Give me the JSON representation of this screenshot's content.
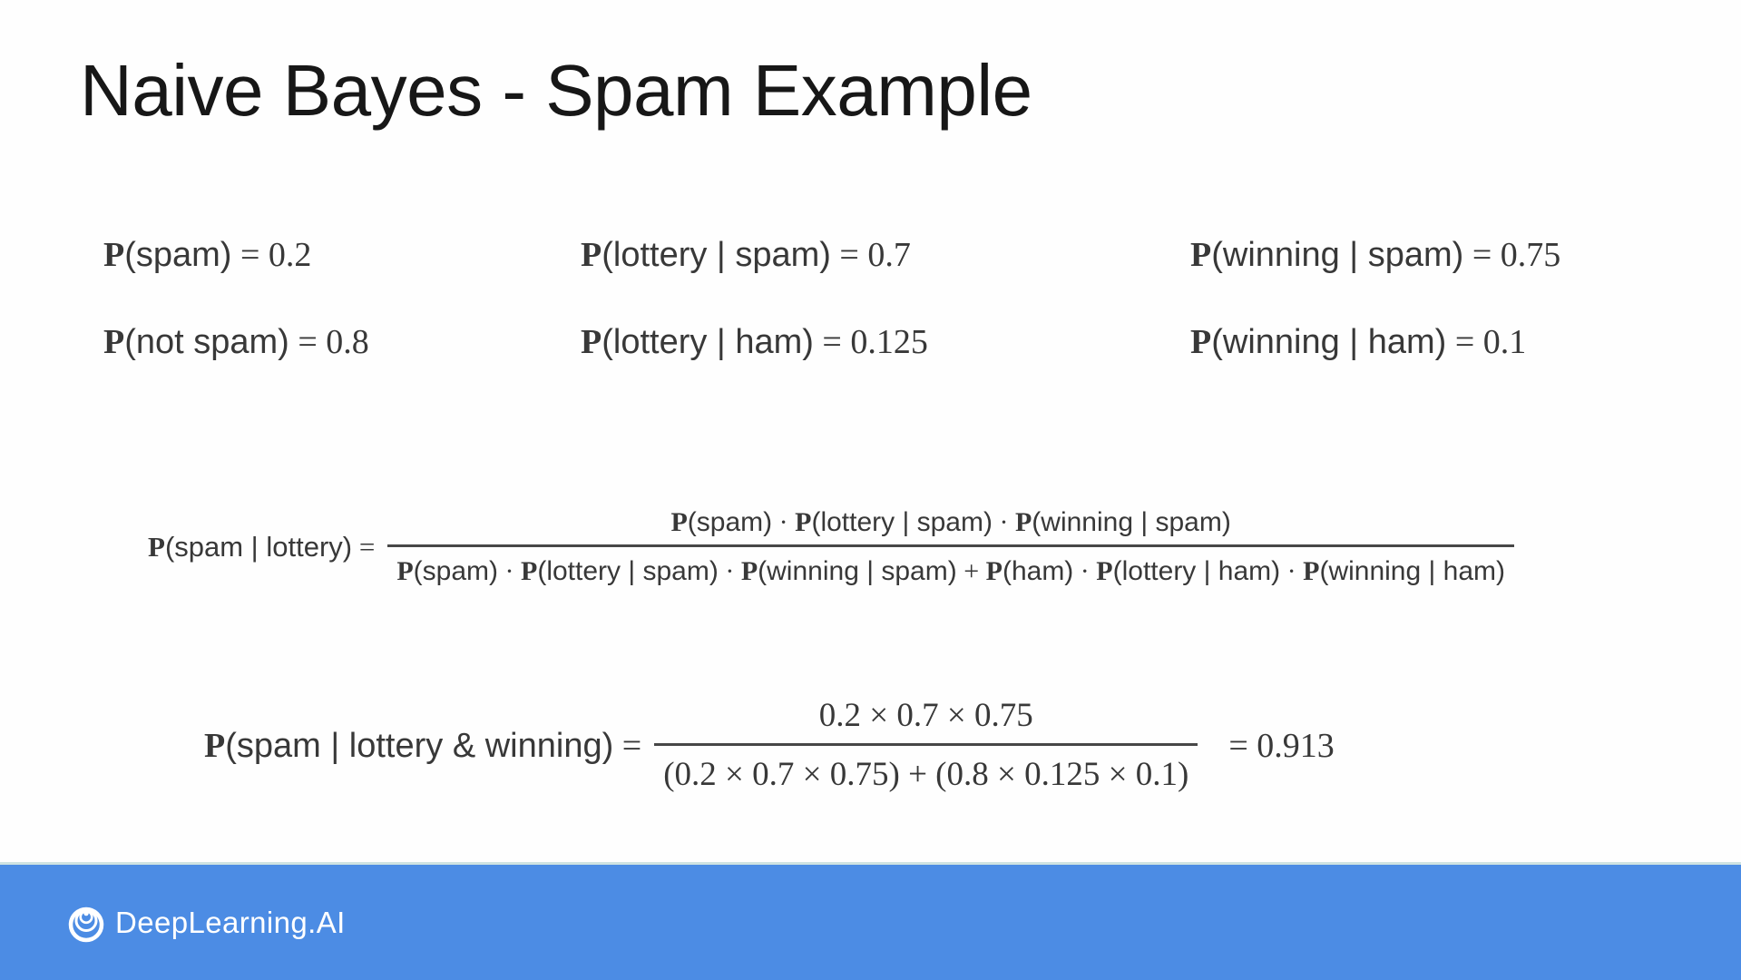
{
  "slide": {
    "title": "Naive Bayes - Spam Example",
    "probabilities": [
      {
        "tokens": [
          {
            "t": "P",
            "s": "bp"
          },
          {
            "t": "(spam)",
            "s": "sf"
          },
          {
            "t": " = 0.2",
            "s": "sr"
          }
        ]
      },
      {
        "tokens": [
          {
            "t": "P",
            "s": "bp"
          },
          {
            "t": "(not spam)",
            "s": "sf"
          },
          {
            "t": " = 0.8",
            "s": "sr"
          }
        ]
      },
      {
        "tokens": [
          {
            "t": "P",
            "s": "bp"
          },
          {
            "t": "(lottery | spam)",
            "s": "sf"
          },
          {
            "t": " = 0.7",
            "s": "sr"
          }
        ]
      },
      {
        "tokens": [
          {
            "t": "P",
            "s": "bp"
          },
          {
            "t": "(lottery | ham)",
            "s": "sf"
          },
          {
            "t": " = 0.125",
            "s": "sr"
          }
        ]
      },
      {
        "tokens": [
          {
            "t": "P",
            "s": "bp"
          },
          {
            "t": "(winning | spam)",
            "s": "sf"
          },
          {
            "t": " = 0.75",
            "s": "sr"
          }
        ]
      },
      {
        "tokens": [
          {
            "t": "P",
            "s": "bp"
          },
          {
            "t": "(winning | ham)",
            "s": "sf"
          },
          {
            "t": " = 0.1",
            "s": "sr"
          }
        ]
      }
    ],
    "formula1": {
      "label": [
        {
          "t": "P",
          "s": "bp"
        },
        {
          "t": "(spam | lottery)",
          "s": "sf"
        },
        {
          "t": " =",
          "s": "sr"
        }
      ],
      "numerator": [
        {
          "t": "P",
          "s": "bp"
        },
        {
          "t": "(spam)",
          "s": "sf"
        },
        {
          "t": " · ",
          "s": "sr"
        },
        {
          "t": "P",
          "s": "bp"
        },
        {
          "t": "(lottery | spam)",
          "s": "sf"
        },
        {
          "t": " · ",
          "s": "sr"
        },
        {
          "t": "P",
          "s": "bp"
        },
        {
          "t": "(winning | spam)",
          "s": "sf"
        }
      ],
      "denominator": [
        {
          "t": "P",
          "s": "bp"
        },
        {
          "t": "(spam)",
          "s": "sf"
        },
        {
          "t": " · ",
          "s": "sr"
        },
        {
          "t": "P",
          "s": "bp"
        },
        {
          "t": "(lottery | spam)",
          "s": "sf"
        },
        {
          "t": " · ",
          "s": "sr"
        },
        {
          "t": "P",
          "s": "bp"
        },
        {
          "t": "(winning | spam)",
          "s": "sf"
        },
        {
          "t": " + ",
          "s": "sr"
        },
        {
          "t": "P",
          "s": "bp"
        },
        {
          "t": "(ham)",
          "s": "sf"
        },
        {
          "t": " · ",
          "s": "sr"
        },
        {
          "t": "P",
          "s": "bp"
        },
        {
          "t": "(lottery | ham)",
          "s": "sf"
        },
        {
          "t": " · ",
          "s": "sr"
        },
        {
          "t": "P",
          "s": "bp"
        },
        {
          "t": "(winning | ham)",
          "s": "sf"
        }
      ]
    },
    "formula2": {
      "label": [
        {
          "t": "P",
          "s": "bp"
        },
        {
          "t": "(spam | lottery & winning)",
          "s": "sf"
        },
        {
          "t": " =",
          "s": "sr"
        }
      ],
      "numerator": "0.2 × 0.7 × 0.75",
      "denominator": "(0.2 × 0.7 × 0.75) + (0.8 × 0.125 × 0.1)",
      "result": "= 0.913"
    }
  },
  "footer": {
    "brand": "DeepLearning.AI"
  },
  "colors": {
    "footer_background": "#4c8ce4",
    "title_color": "#171717",
    "formula_color": "#383838",
    "bar_color": "#474747",
    "logo_color": "#ffffff"
  }
}
